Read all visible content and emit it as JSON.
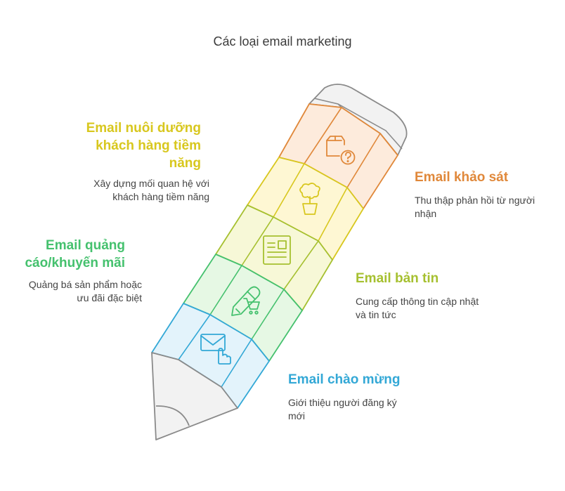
{
  "title": "Các loại email marketing",
  "colors": {
    "orange": "#E0883A",
    "yellow": "#D8C71E",
    "olive": "#A6C030",
    "green": "#45C16E",
    "blue": "#33A8D6",
    "tip": "#F2F2F2",
    "outline": "#8A8A8A"
  },
  "sections": [
    {
      "id": "survey",
      "heading_lines": [
        "Email khảo sát"
      ],
      "desc_lines": [
        "Thu thập phản hồi từ người",
        "nhận"
      ],
      "icon": "package-question-icon",
      "color": "#E0883A"
    },
    {
      "id": "nurture",
      "heading_lines": [
        "Email nuôi dưỡng",
        "khách hàng tiềm",
        "năng"
      ],
      "desc_lines": [
        "Xây dựng mối quan hệ với",
        "khách hàng tiềm năng"
      ],
      "icon": "plant-pot-icon",
      "color": "#D8C71E"
    },
    {
      "id": "newsletter",
      "heading_lines": [
        "Email bản tin"
      ],
      "desc_lines": [
        "Cung cấp thông tin cập nhật",
        "và tin tức"
      ],
      "icon": "newsletter-icon",
      "color": "#A6C030"
    },
    {
      "id": "promo",
      "heading_lines": [
        "Email quảng",
        "cáo/khuyến mãi"
      ],
      "desc_lines": [
        "Quảng bá sản phẩm hoặc",
        "ưu đãi đặc biệt"
      ],
      "icon": "tag-cart-icon",
      "color": "#45C16E"
    },
    {
      "id": "welcome",
      "heading_lines": [
        "Email chào mừng"
      ],
      "desc_lines": [
        "Giới thiệu người đăng ký",
        "mới"
      ],
      "icon": "envelope-hand-icon",
      "color": "#33A8D6"
    }
  ]
}
